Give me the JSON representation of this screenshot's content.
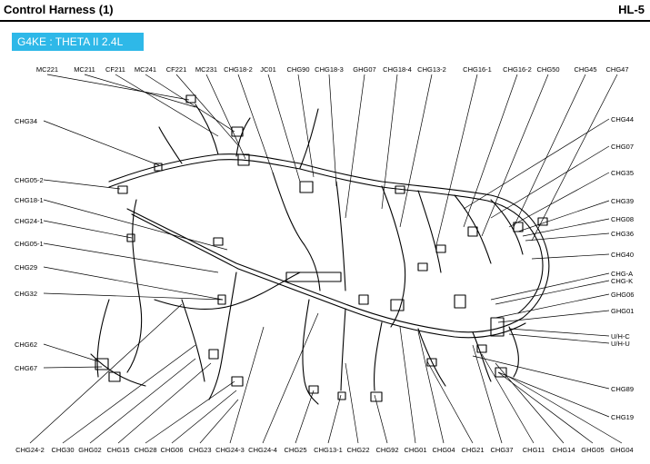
{
  "header": {
    "title": "Control Harness (1)",
    "page_code": "HL-5"
  },
  "engine_badge": "G4KE : THETA II 2.4L",
  "top_labels": [
    "MC221",
    "MC211",
    "CF211",
    "MC241",
    "CF221",
    "MC231",
    "CHG18-2",
    "JC01",
    "CHG90",
    "CHG18-3",
    "GHG07",
    "CHG18-4",
    "CHG13-2",
    "CHG16-1",
    "CHG16-2",
    "CHG50",
    "CHG45",
    "CHG47"
  ],
  "left_labels": [
    "CHG34",
    "CHG05-2",
    "CHG18-1",
    "CHG24-1",
    "CHG05-1",
    "CHG29",
    "CHG32",
    "CHG62",
    "CHG67"
  ],
  "right_labels": [
    "CHG44",
    "CHG07",
    "CHG35",
    "CHG39",
    "CHG08",
    "CHG36",
    "CHG40",
    "CHG-A",
    "CHG-K",
    "GHG06",
    "GHG01",
    "U/H-C",
    "U/H-U",
    "CHG89",
    "CHG19"
  ],
  "bottom_labels": [
    "CHG24-2",
    "CHG30",
    "GHG02",
    "CHG15",
    "CHG28",
    "CHG06",
    "CHG23",
    "CHG24-3",
    "CHG24-4",
    "CHG25",
    "CHG13-1",
    "CHG22",
    "CHG92",
    "CHG01",
    "CHG04",
    "CHG21",
    "CHG37",
    "CHG11",
    "CHG14",
    "GHG05",
    "GHG04"
  ]
}
